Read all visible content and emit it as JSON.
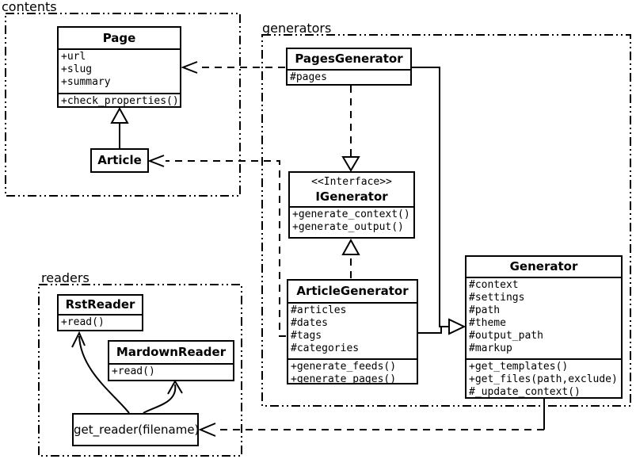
{
  "diagram": {
    "packages": {
      "contents": {
        "label": "contents"
      },
      "generators": {
        "label": "generators"
      },
      "readers": {
        "label": "readers"
      }
    },
    "classes": {
      "page": {
        "title": "Page",
        "attributes": [
          "+url",
          "+slug",
          "+summary"
        ],
        "methods": [
          "+check_properties()"
        ]
      },
      "article": {
        "title": "Article"
      },
      "pages_generator": {
        "title": "PagesGenerator",
        "attributes": [
          "#pages"
        ]
      },
      "igenerator": {
        "stereotype": "<<Interface>>",
        "title": "IGenerator",
        "methods": [
          "+generate_context()",
          "+generate_output()"
        ]
      },
      "article_generator": {
        "title": "ArticleGenerator",
        "attributes": [
          "#articles",
          "#dates",
          "#tags",
          "#categories"
        ],
        "methods": [
          "+generate_feeds()",
          "+generate_pages()"
        ]
      },
      "generator": {
        "title": "Generator",
        "attributes": [
          "#context",
          "#settings",
          "#path",
          "#theme",
          "#output_path",
          "#markup"
        ],
        "methods": [
          "+get_templates()",
          "+get_files(path,exclude)",
          "#_update_context()"
        ]
      },
      "rst_reader": {
        "title": "RstReader",
        "methods": [
          "+read()"
        ]
      },
      "mardown_reader": {
        "title": "MardownReader",
        "methods": [
          "+read()"
        ]
      },
      "get_reader": {
        "label": "get_reader(filename)"
      }
    },
    "colors": {
      "line": "#000000",
      "background": "#ffffff"
    }
  }
}
